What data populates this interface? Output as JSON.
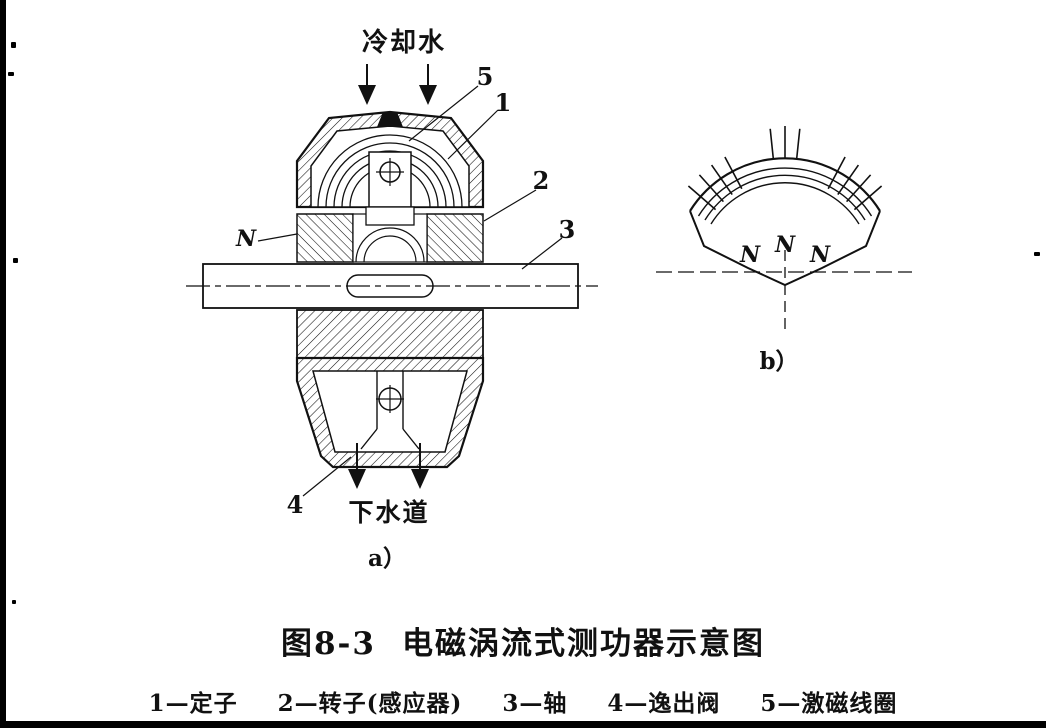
{
  "figure_a": {
    "cooling_water_label": "冷却水",
    "drain_label": "下水道",
    "stator_n_label": "N",
    "callout_1": "1",
    "callout_2": "2",
    "callout_3": "3",
    "callout_4": "4",
    "callout_5": "5",
    "sublabel": "a）"
  },
  "figure_b": {
    "pole_n_1": "N",
    "pole_n_2": "N",
    "pole_n_3": "N",
    "sublabel": "b）"
  },
  "caption": {
    "number": "图8-3",
    "title": "电磁涡流式测功器示意图"
  },
  "legend": {
    "items": [
      "1—定子",
      "2—转子(感应器)",
      "3—轴",
      "4—逸出阀",
      "5—激磁线圈"
    ]
  },
  "colors": {
    "ink": "#111111",
    "paper": "#ffffff"
  }
}
